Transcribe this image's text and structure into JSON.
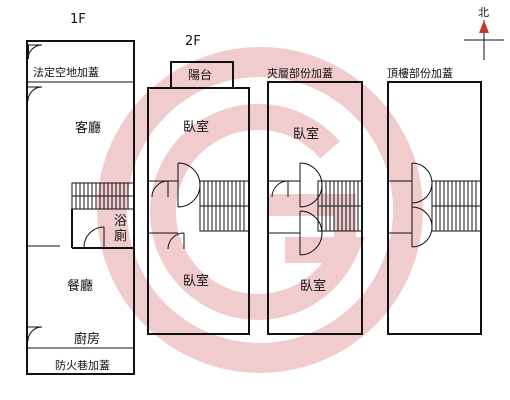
{
  "floors": {
    "first": {
      "heading": "1F",
      "top_note": "法定空地加蓋",
      "rooms": {
        "living": "客廳",
        "bath_1": "浴",
        "bath_2": "廁",
        "dining": "餐廳",
        "kitchen": "廚房"
      },
      "bottom_note": "防火巷加蓋"
    },
    "second": {
      "heading": "2F",
      "balcony": "陽台",
      "rooms": {
        "bedroom_top": "臥室",
        "bedroom_bottom": "臥室"
      }
    },
    "mezzanine": {
      "heading": "夾層部份加蓋",
      "rooms": {
        "bedroom_top": "臥室",
        "bedroom_bottom": "臥室"
      }
    },
    "roof": {
      "heading": "頂樓部份加蓋"
    }
  },
  "compass": {
    "label": "北",
    "icon": "north-arrow-icon"
  },
  "watermark": {
    "icon": "agency-logo-watermark",
    "color": "#e7a3a8"
  }
}
